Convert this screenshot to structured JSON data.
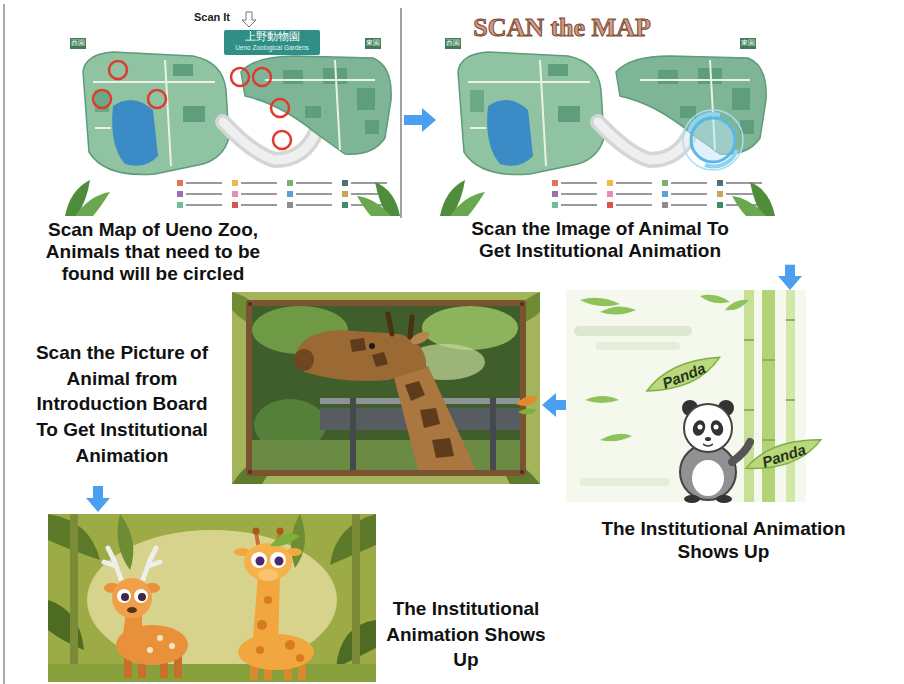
{
  "diagram": {
    "nodes": [
      {
        "text": [
          "Scan It",
          "上野動物園",
          "Scan Map of Ueno Zoo, Animals that need to be found will be circled"
        ]
      },
      {
        "text": [
          "SCAN the MAP",
          "Scan the Image of Animal To Get Institutional Animation"
        ]
      },
      {
        "text": [
          "Panda",
          "Panda",
          "The Institutional Animation Shows Up"
        ]
      },
      {
        "text": [
          "Scan the Picture of Animal from Introduction Board To Get Institutional Animation"
        ]
      },
      {
        "text": [
          "The Institutional Animation Shows Up"
        ]
      }
    ],
    "edges": [
      {
        "from": 0,
        "to": 1,
        "arrow": "to"
      },
      {
        "from": 1,
        "to": 2,
        "arrow": "to"
      },
      {
        "from": 2,
        "to": 3,
        "arrow": "to"
      },
      {
        "from": 3,
        "to": 4,
        "arrow": "to"
      }
    ],
    "labels": [
      "Ueno Zoological Gardens",
      "西園",
      "東園",
      "西園",
      "東園"
    ]
  }
}
